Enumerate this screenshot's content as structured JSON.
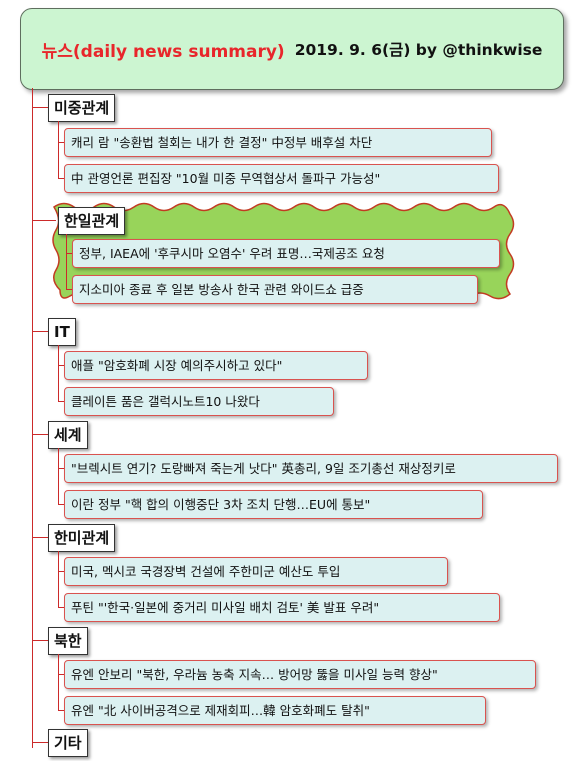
{
  "header": {
    "title": "뉴스(daily news summary)",
    "subtitle": "2019. 9. 6(금) by @thinkwise"
  },
  "categories": [
    {
      "label": "미중관계",
      "items": [
        "캐리 람 \"송환법 철회는 내가 한 결정\" 中정부 배후설 차단",
        "中 관영언론 편집장 \"10월 미중 무역협상서 돌파구 가능성\""
      ]
    },
    {
      "label": "한일관계",
      "items": [
        "정부, IAEA에 '후쿠시마 오염수' 우려 표명…국제공조 요청",
        "지소미아 종료 후 일본 방송사 한국 관련 와이드쇼 급증"
      ]
    },
    {
      "label": "IT",
      "items": [
        "애플 \"암호화폐 시장 예의주시하고 있다\"",
        "클레이튼 품은 갤럭시노트10 나왔다"
      ]
    },
    {
      "label": "세계",
      "items": [
        "\"브렉시트 연기? 도랑빠져 죽는게 낫다\" 英총리, 9일 조기총선 재상정키로",
        "이란 정부 \"핵 합의 이행중단 3차 조치 단행…EU에 통보\""
      ]
    },
    {
      "label": "한미관계",
      "items": [
        "미국, 멕시코 국경장벽 건설에 주한미군 예산도 투입",
        "푸틴 \"'한국·일본에 중거리 미사일 배치 검토' 美 발표 우려\""
      ]
    },
    {
      "label": "북한",
      "items": [
        "유엔 안보리 \"북한, 우라늄 농축 지속… 방어망 뚫을 미사일 능력 향상\"",
        "유엔 \"北 사이버공격으로 제재회피…韓 암호화폐도 탈취\""
      ]
    },
    {
      "label": "기타",
      "items": []
    }
  ],
  "colors": {
    "title_bg": "#ccf5d1",
    "title_text": "#e8262b",
    "connector": "#cc2a2a",
    "item_bg": "#dcf1f1",
    "item_border": "#d9534f",
    "highlight_bg": "#98d45a"
  }
}
